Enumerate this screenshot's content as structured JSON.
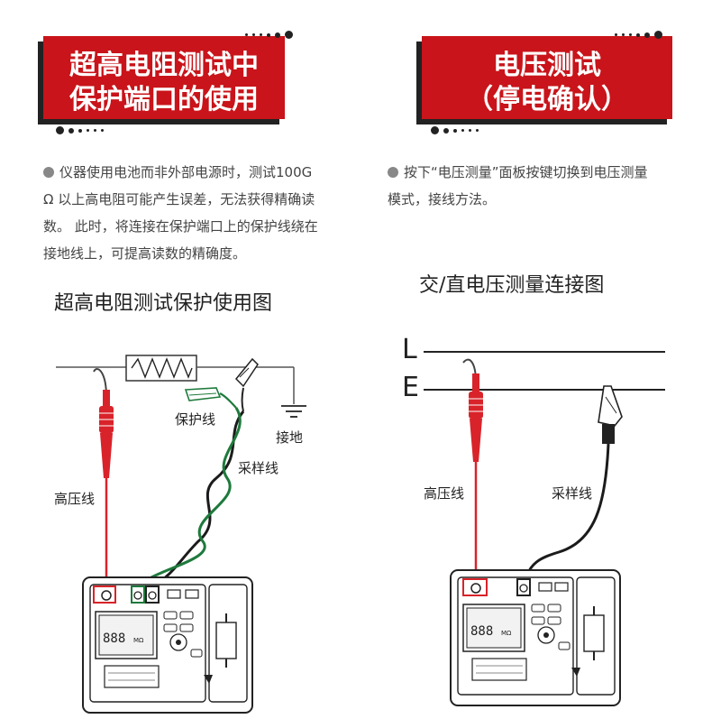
{
  "left": {
    "banner": {
      "line1": "超高电阻测试中",
      "line2": "保护端口的使用"
    },
    "description": "仪器使用电池而非外部电源时，测试100G Ω 以上高电阻可能产生误差，无法获得精确读数。此时，将连接在保护端口上的保护线绕在接地线上，可提高读数的精确度。",
    "desc_lines": [
      "仪器使用电池而非外部电源时，测试100G",
      "Ω 以上高电阻可能产生误差，无法获得精确读",
      "数。 此时，将连接在保护端口上的保护线绕在",
      "接地线上，可提高读数的精确度。"
    ],
    "diagram_title": "超高电阻测试保护使用图",
    "labels": {
      "guard": "保护线",
      "ground": "接地",
      "sample": "采样线",
      "hv": "高压线"
    },
    "display": {
      "value": "888",
      "unit": "MΩ"
    }
  },
  "right": {
    "banner": {
      "line1": "电压测试",
      "line2": "（停电确认）"
    },
    "description": "按下“电压测量”面板按键切换到电压测量模式，接线方法。",
    "desc_lines": [
      "按下“电压测量”面板按键切换到电压测量",
      "模式，接线方法。"
    ],
    "diagram_title": "交/直电压测量连接图",
    "labels": {
      "L": "L",
      "E": "E",
      "hv": "高压线",
      "sample": "采样线"
    },
    "display": {
      "value": "888",
      "unit": "MΩ"
    }
  },
  "colors": {
    "banner": "#c8141a",
    "red_lead": "#d9232a",
    "green_lead": "#1e7a3c",
    "black_lead": "#222222"
  }
}
